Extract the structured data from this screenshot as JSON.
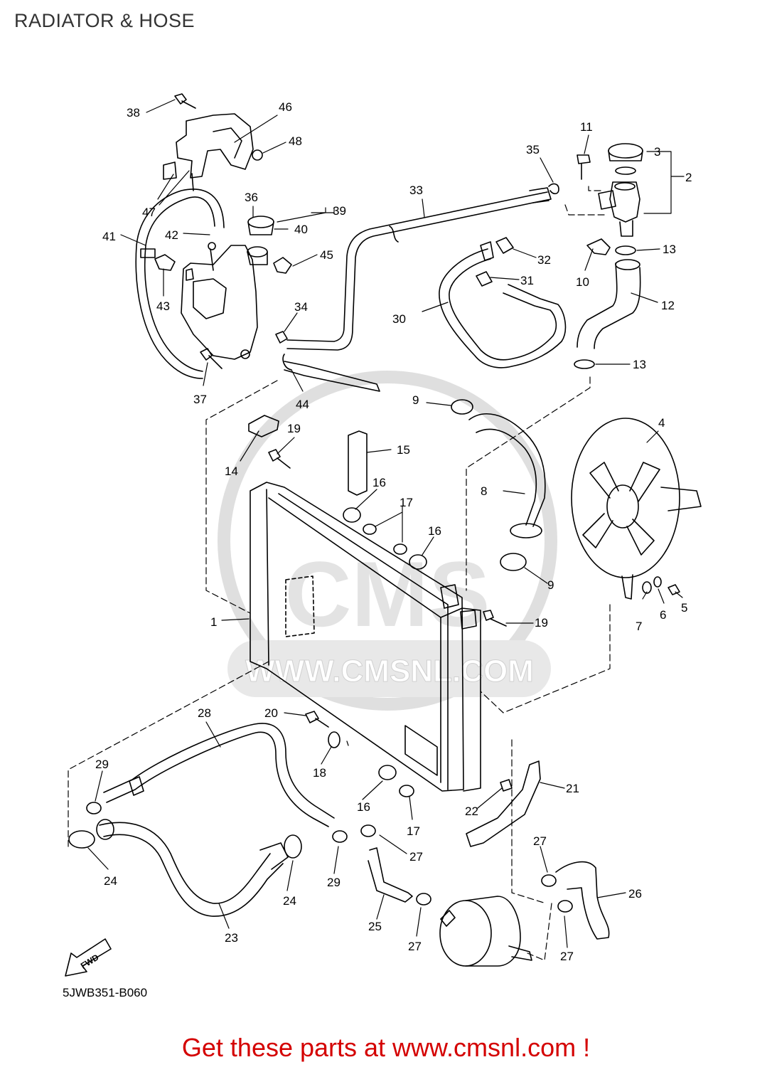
{
  "header": {
    "title": "RADIATOR & HOSE"
  },
  "watermark": {
    "text": "WWW.CMSNL.COM",
    "logo_text": "CMS"
  },
  "diagram": {
    "code": "5JWB351-B060",
    "fwd_label": "FWD",
    "callouts": [
      {
        "id": "c1",
        "label": "1"
      },
      {
        "id": "c2",
        "label": "2"
      },
      {
        "id": "c3",
        "label": "3"
      },
      {
        "id": "c4",
        "label": "4"
      },
      {
        "id": "c5",
        "label": "5"
      },
      {
        "id": "c6",
        "label": "6"
      },
      {
        "id": "c7",
        "label": "7"
      },
      {
        "id": "c8",
        "label": "8"
      },
      {
        "id": "c9a",
        "label": "9"
      },
      {
        "id": "c9b",
        "label": "9"
      },
      {
        "id": "c10",
        "label": "10"
      },
      {
        "id": "c11",
        "label": "11"
      },
      {
        "id": "c12",
        "label": "12"
      },
      {
        "id": "c13a",
        "label": "13"
      },
      {
        "id": "c13b",
        "label": "13"
      },
      {
        "id": "c14",
        "label": "14"
      },
      {
        "id": "c15",
        "label": "15"
      },
      {
        "id": "c16a",
        "label": "16"
      },
      {
        "id": "c16b",
        "label": "16"
      },
      {
        "id": "c16c",
        "label": "16"
      },
      {
        "id": "c17a",
        "label": "17"
      },
      {
        "id": "c17b",
        "label": "17"
      },
      {
        "id": "c18",
        "label": "18"
      },
      {
        "id": "c19a",
        "label": "19"
      },
      {
        "id": "c19b",
        "label": "19"
      },
      {
        "id": "c20",
        "label": "20"
      },
      {
        "id": "c21",
        "label": "21"
      },
      {
        "id": "c22",
        "label": "22"
      },
      {
        "id": "c23",
        "label": "23"
      },
      {
        "id": "c24a",
        "label": "24"
      },
      {
        "id": "c24b",
        "label": "24"
      },
      {
        "id": "c25",
        "label": "25"
      },
      {
        "id": "c26",
        "label": "26"
      },
      {
        "id": "c27a",
        "label": "27"
      },
      {
        "id": "c27b",
        "label": "27"
      },
      {
        "id": "c27c",
        "label": "27"
      },
      {
        "id": "c27d",
        "label": "27"
      },
      {
        "id": "c28",
        "label": "28"
      },
      {
        "id": "c29a",
        "label": "29"
      },
      {
        "id": "c29b",
        "label": "29"
      },
      {
        "id": "c30",
        "label": "30"
      },
      {
        "id": "c31",
        "label": "31"
      },
      {
        "id": "c32",
        "label": "32"
      },
      {
        "id": "c33",
        "label": "33"
      },
      {
        "id": "c34",
        "label": "34"
      },
      {
        "id": "c35",
        "label": "35"
      },
      {
        "id": "c36",
        "label": "36"
      },
      {
        "id": "c37",
        "label": "37"
      },
      {
        "id": "c38",
        "label": "38"
      },
      {
        "id": "c39",
        "label": "39"
      },
      {
        "id": "c40",
        "label": "40"
      },
      {
        "id": "c41",
        "label": "41"
      },
      {
        "id": "c42",
        "label": "42"
      },
      {
        "id": "c43",
        "label": "43"
      },
      {
        "id": "c44",
        "label": "44"
      },
      {
        "id": "c45",
        "label": "45"
      },
      {
        "id": "c46",
        "label": "46"
      },
      {
        "id": "c47",
        "label": "47"
      },
      {
        "id": "c48",
        "label": "48"
      }
    ]
  },
  "footer": {
    "cta": "Get these parts at www.cmsnl.com !"
  },
  "colors": {
    "line": "#000000",
    "watermark": "#d9d9d9",
    "cta": "#d40000",
    "title": "#333333"
  }
}
